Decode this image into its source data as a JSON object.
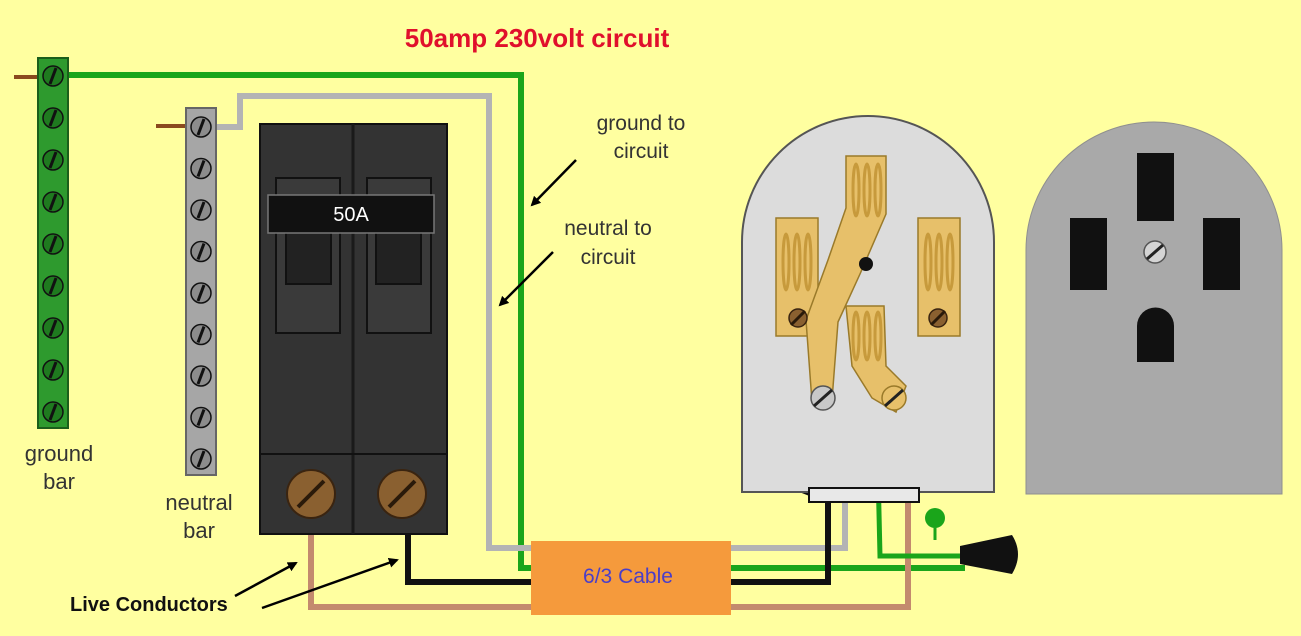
{
  "diagram": {
    "title": "50amp 230volt circuit",
    "labels": {
      "ground_bar": [
        "ground",
        "bar"
      ],
      "neutral_bar": [
        "neutral",
        "bar"
      ],
      "ground_to_circuit": [
        "ground to",
        "circuit"
      ],
      "neutral_to_circuit": [
        "neutral to",
        "circuit"
      ],
      "live_conductors": "Live Conductors"
    },
    "breaker": {
      "rating": "50A"
    },
    "cable": {
      "label": "6/3 Cable"
    },
    "colors": {
      "background": "#ffffa0",
      "ground_wire": "#1aa51a",
      "neutral_wire": "#b4b4b4",
      "hot_wire_black": "#111111",
      "hot_wire_brown": "#c38a6e",
      "ground_bar": "#2e9a2e",
      "neutral_bar": "#a6a6a6",
      "breaker_body": "#333333",
      "cable_jacket": "#f59a3c",
      "outlet_face": "#a9a9a9",
      "terminal_brass": "#e7c06a",
      "title_text": "#e0102c",
      "cable_text": "#4a3ec8"
    },
    "icons": [
      "screw-icon",
      "ground-symbol-icon",
      "cable-plug-icon",
      "arrow-icon"
    ]
  }
}
